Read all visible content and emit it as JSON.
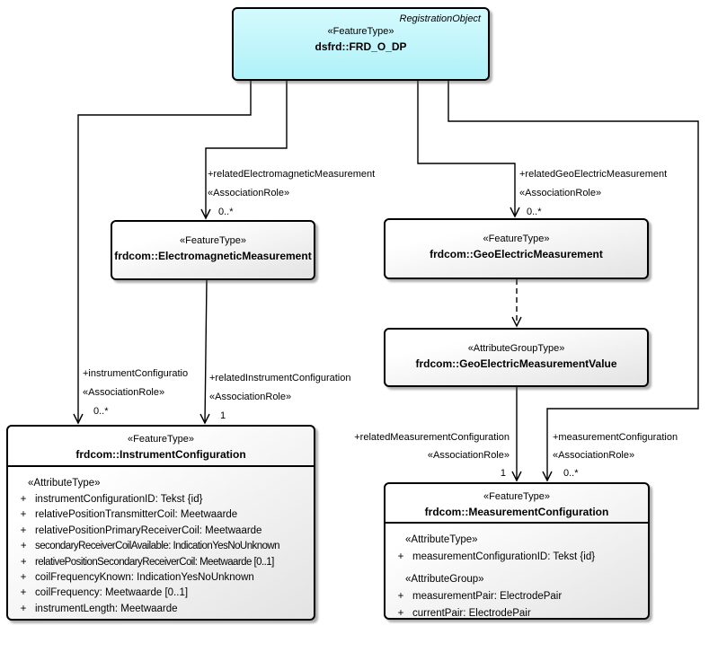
{
  "classes": {
    "top": {
      "tag": "RegistrationObject",
      "stereotype": "«FeatureType»",
      "name": "dsfrd::FRD_O_DP"
    },
    "em": {
      "stereotype": "«FeatureType»",
      "name": "frdcom::ElectromagneticMeasurement"
    },
    "geo": {
      "stereotype": "«FeatureType»",
      "name": "frdcom::GeoElectricMeasurement"
    },
    "geoval": {
      "stereotype": "«AttributeGroupType»",
      "name": "frdcom::GeoElectricMeasurementValue"
    },
    "instrument": {
      "stereotype": "«FeatureType»",
      "name": "frdcom::InstrumentConfiguration",
      "attr_header": "«AttributeType»",
      "attributes": [
        {
          "vis": "+",
          "text": "instrumentConfigurationID: Tekst {id}"
        },
        {
          "vis": "+",
          "text": "relativePositionTransmitterCoil: Meetwaarde"
        },
        {
          "vis": "+",
          "text": "relativePositionPrimaryReceiverCoil: Meetwaarde"
        },
        {
          "vis": "+",
          "text": "secondaryReceiverCoilAvailable: IndicationYesNoUnknown"
        },
        {
          "vis": "+",
          "text": "relativePositionSecondaryReceiverCoil: Meetwaarde [0..1]"
        },
        {
          "vis": "+",
          "text": "coilFrequencyKnown: IndicationYesNoUnknown"
        },
        {
          "vis": "+",
          "text": "coilFrequency: Meetwaarde [0..1]"
        },
        {
          "vis": "+",
          "text": "instrumentLength: Meetwaarde"
        }
      ]
    },
    "measurement": {
      "stereotype": "«FeatureType»",
      "name": "frdcom::MeasurementConfiguration",
      "attr_type_header": "«AttributeType»",
      "attr_type_rows": [
        {
          "vis": "+",
          "text": "measurementConfigurationID: Tekst {id}"
        }
      ],
      "attr_group_header": "«AttributeGroup»",
      "attr_group_rows": [
        {
          "vis": "+",
          "text": "measurementPair: ElectrodePair"
        },
        {
          "vis": "+",
          "text": "currentPair: ElectrodePair"
        }
      ]
    }
  },
  "labels": {
    "rel_em": {
      "role": "+relatedElectromagneticMeasurement",
      "stereotype": "«AssociationRole»",
      "mult": "0..*"
    },
    "rel_geo": {
      "role": "+relatedGeoElectricMeasurement",
      "stereotype": "«AssociationRole»",
      "mult": "0..*"
    },
    "instr_cfg": {
      "role": "+instrumentConfiguratio",
      "stereotype": "«AssociationRole»",
      "mult": "0..*"
    },
    "rel_instr_cfg": {
      "role": "+relatedInstrumentConfiguration",
      "stereotype": "«AssociationRole»",
      "mult": "1"
    },
    "rel_meas_cfg": {
      "role": "+relatedMeasurementConfiguration",
      "stereotype": "«AssociationRole»",
      "mult": "1"
    },
    "meas_cfg": {
      "role": "+measurementConfiguration",
      "stereotype": "«AssociationRole»",
      "mult": "0..*"
    }
  },
  "colors": {
    "top_class_fill": "#bff5fb",
    "class_fill": "#eeeeee",
    "border": "#000000"
  }
}
